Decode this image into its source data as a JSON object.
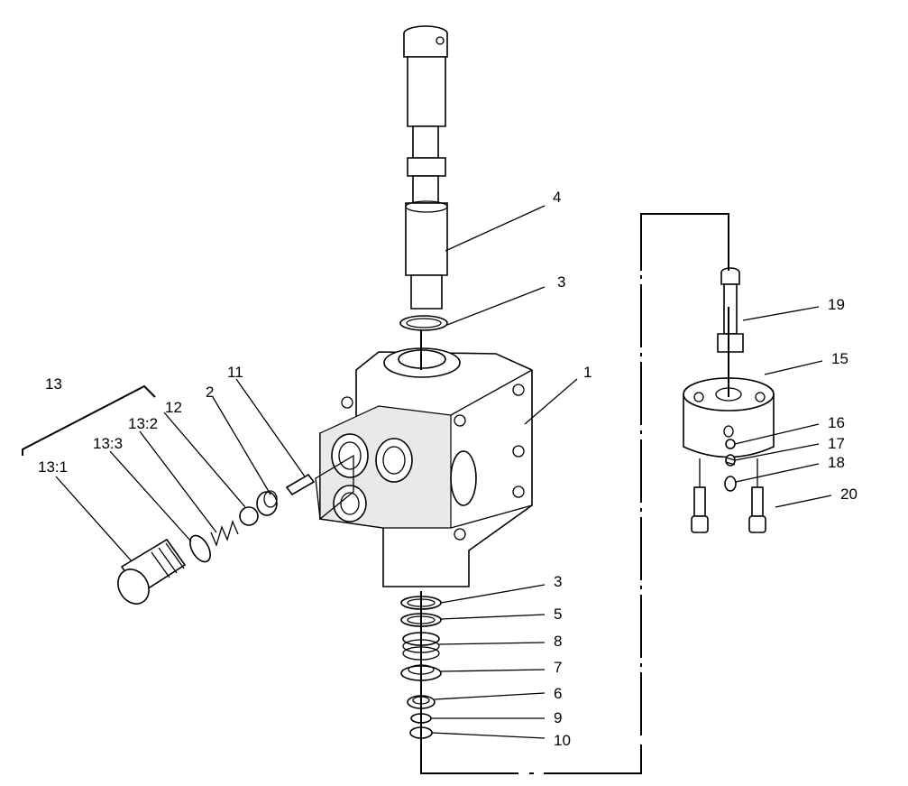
{
  "labels": {
    "p1": "1",
    "p2": "2",
    "p3a": "3",
    "p3b": "3",
    "p4": "4",
    "p5": "5",
    "p6": "6",
    "p7": "7",
    "p8": "8",
    "p9": "9",
    "p10": "10",
    "p11": "11",
    "p12": "12",
    "p13": "13",
    "p13_1": "13:1",
    "p13_2": "13:2",
    "p13_3": "13:3",
    "p15": "15",
    "p16": "16",
    "p17": "17",
    "p18": "18",
    "p19": "19",
    "p20": "20"
  }
}
